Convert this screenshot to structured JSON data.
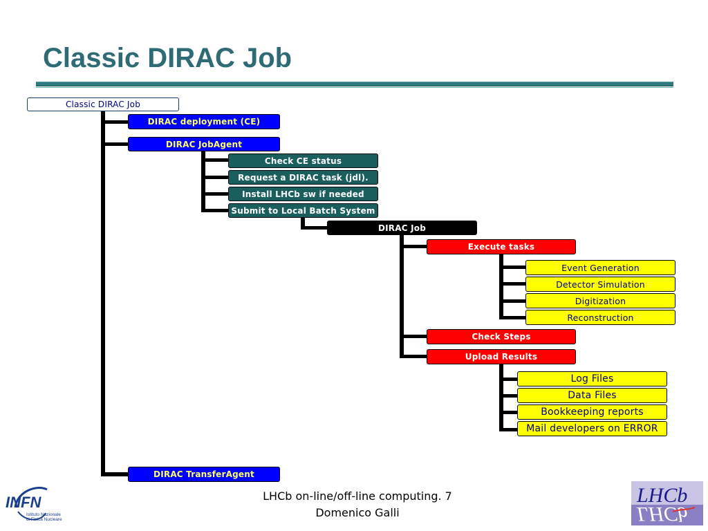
{
  "title": "Classic DIRAC Job",
  "nodes": {
    "root": "Classic DIRAC Job",
    "dirac_deployment": "DIRAC deployment (CE)",
    "dirac_jobagent": "DIRAC JobAgent",
    "check_ce_status": "Check CE status",
    "request_task": "Request a DIRAC task (jdl).",
    "install_sw": "Install LHCb sw if needed",
    "submit_batch": "Submit to Local Batch System",
    "dirac_job": "DIRAC Job",
    "execute_tasks": "Execute tasks",
    "event_generation": "Event Generation",
    "detector_simulation": "Detector Simulation",
    "digitization": "Digitization",
    "reconstruction": "Reconstruction",
    "check_steps": "Check Steps",
    "upload_results": "Upload Results",
    "log_files": "Log Files",
    "data_files": "Data Files",
    "bookkeeping": "Bookkeeping reports",
    "mail_developers": "Mail developers on ERROR",
    "transfer_agent": "DIRAC TransferAgent"
  },
  "footer": {
    "line1": "LHCb on-line/off-line computing. 7",
    "line2": "Domenico Galli"
  },
  "logos": {
    "infn_text": "INFN",
    "infn_sub1": "Istituto Nazionale",
    "infn_sub2": "di Fisica Nucleare",
    "lhcb_text": "LHCb"
  },
  "colors": {
    "title": "#2f6b75",
    "blue_node": "#0000ff",
    "teal_node": "#1a5e5e",
    "red_node": "#ff0000",
    "yellow_node": "#ffff00",
    "black_node": "#000000"
  }
}
